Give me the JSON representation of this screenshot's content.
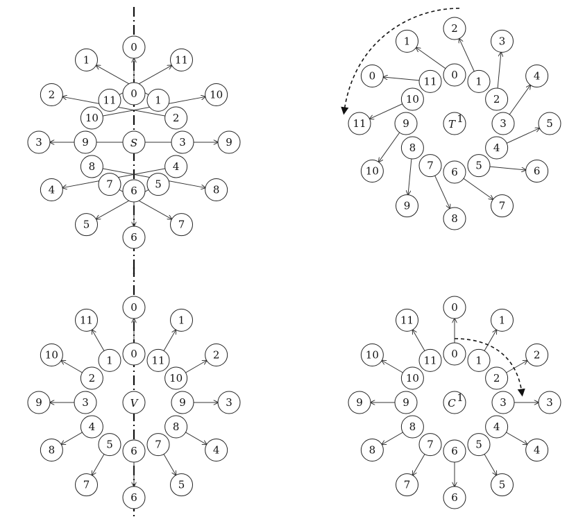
{
  "diagrams": [
    {
      "id": "S",
      "center_label": "S",
      "inner": [
        "0",
        "1",
        "2",
        "3",
        "4",
        "5",
        "6",
        "7",
        "8",
        "9",
        "10",
        "11"
      ],
      "outer": [
        "0",
        "11",
        "10",
        "9",
        "8",
        "7",
        "6",
        "5",
        "4",
        "3",
        "2",
        "1"
      ],
      "arrow_map": [
        0,
        11,
        10,
        9,
        8,
        7,
        6,
        5,
        4,
        3,
        2,
        1
      ],
      "axis": true,
      "rotation_indicator": "none"
    },
    {
      "id": "T1",
      "center_label": "T",
      "center_sup": "1",
      "inner": [
        "0",
        "1",
        "2",
        "3",
        "4",
        "5",
        "6",
        "7",
        "8",
        "9",
        "10",
        "11"
      ],
      "outer": [
        "2",
        "3",
        "4",
        "5",
        "6",
        "7",
        "8",
        "9",
        "10",
        "11",
        "0",
        "1"
      ],
      "arrow_map": [
        11,
        0,
        1,
        2,
        3,
        4,
        5,
        6,
        7,
        8,
        9,
        10
      ],
      "axis": false,
      "rotation_indicator": "counterclockwise"
    },
    {
      "id": "V",
      "center_label": "V",
      "inner": [
        "0",
        "11",
        "10",
        "9",
        "8",
        "7",
        "6",
        "5",
        "4",
        "3",
        "2",
        "1"
      ],
      "outer": [
        "0",
        "1",
        "2",
        "3",
        "4",
        "5",
        "6",
        "7",
        "8",
        "9",
        "10",
        "11"
      ],
      "arrow_map": [
        0,
        1,
        2,
        3,
        4,
        5,
        6,
        7,
        8,
        9,
        10,
        11
      ],
      "axis": true,
      "rotation_indicator": "none"
    },
    {
      "id": "C1",
      "center_label": "C",
      "center_sup": "1",
      "inner": [
        "0",
        "1",
        "2",
        "3",
        "4",
        "5",
        "6",
        "7",
        "8",
        "9",
        "10",
        "11"
      ],
      "outer": [
        "0",
        "1",
        "2",
        "3",
        "4",
        "5",
        "6",
        "7",
        "8",
        "9",
        "10",
        "11"
      ],
      "arrow_map": [
        0,
        1,
        2,
        3,
        4,
        5,
        6,
        7,
        8,
        9,
        10,
        11
      ],
      "axis": false,
      "rotation_indicator": "clockwise"
    }
  ]
}
